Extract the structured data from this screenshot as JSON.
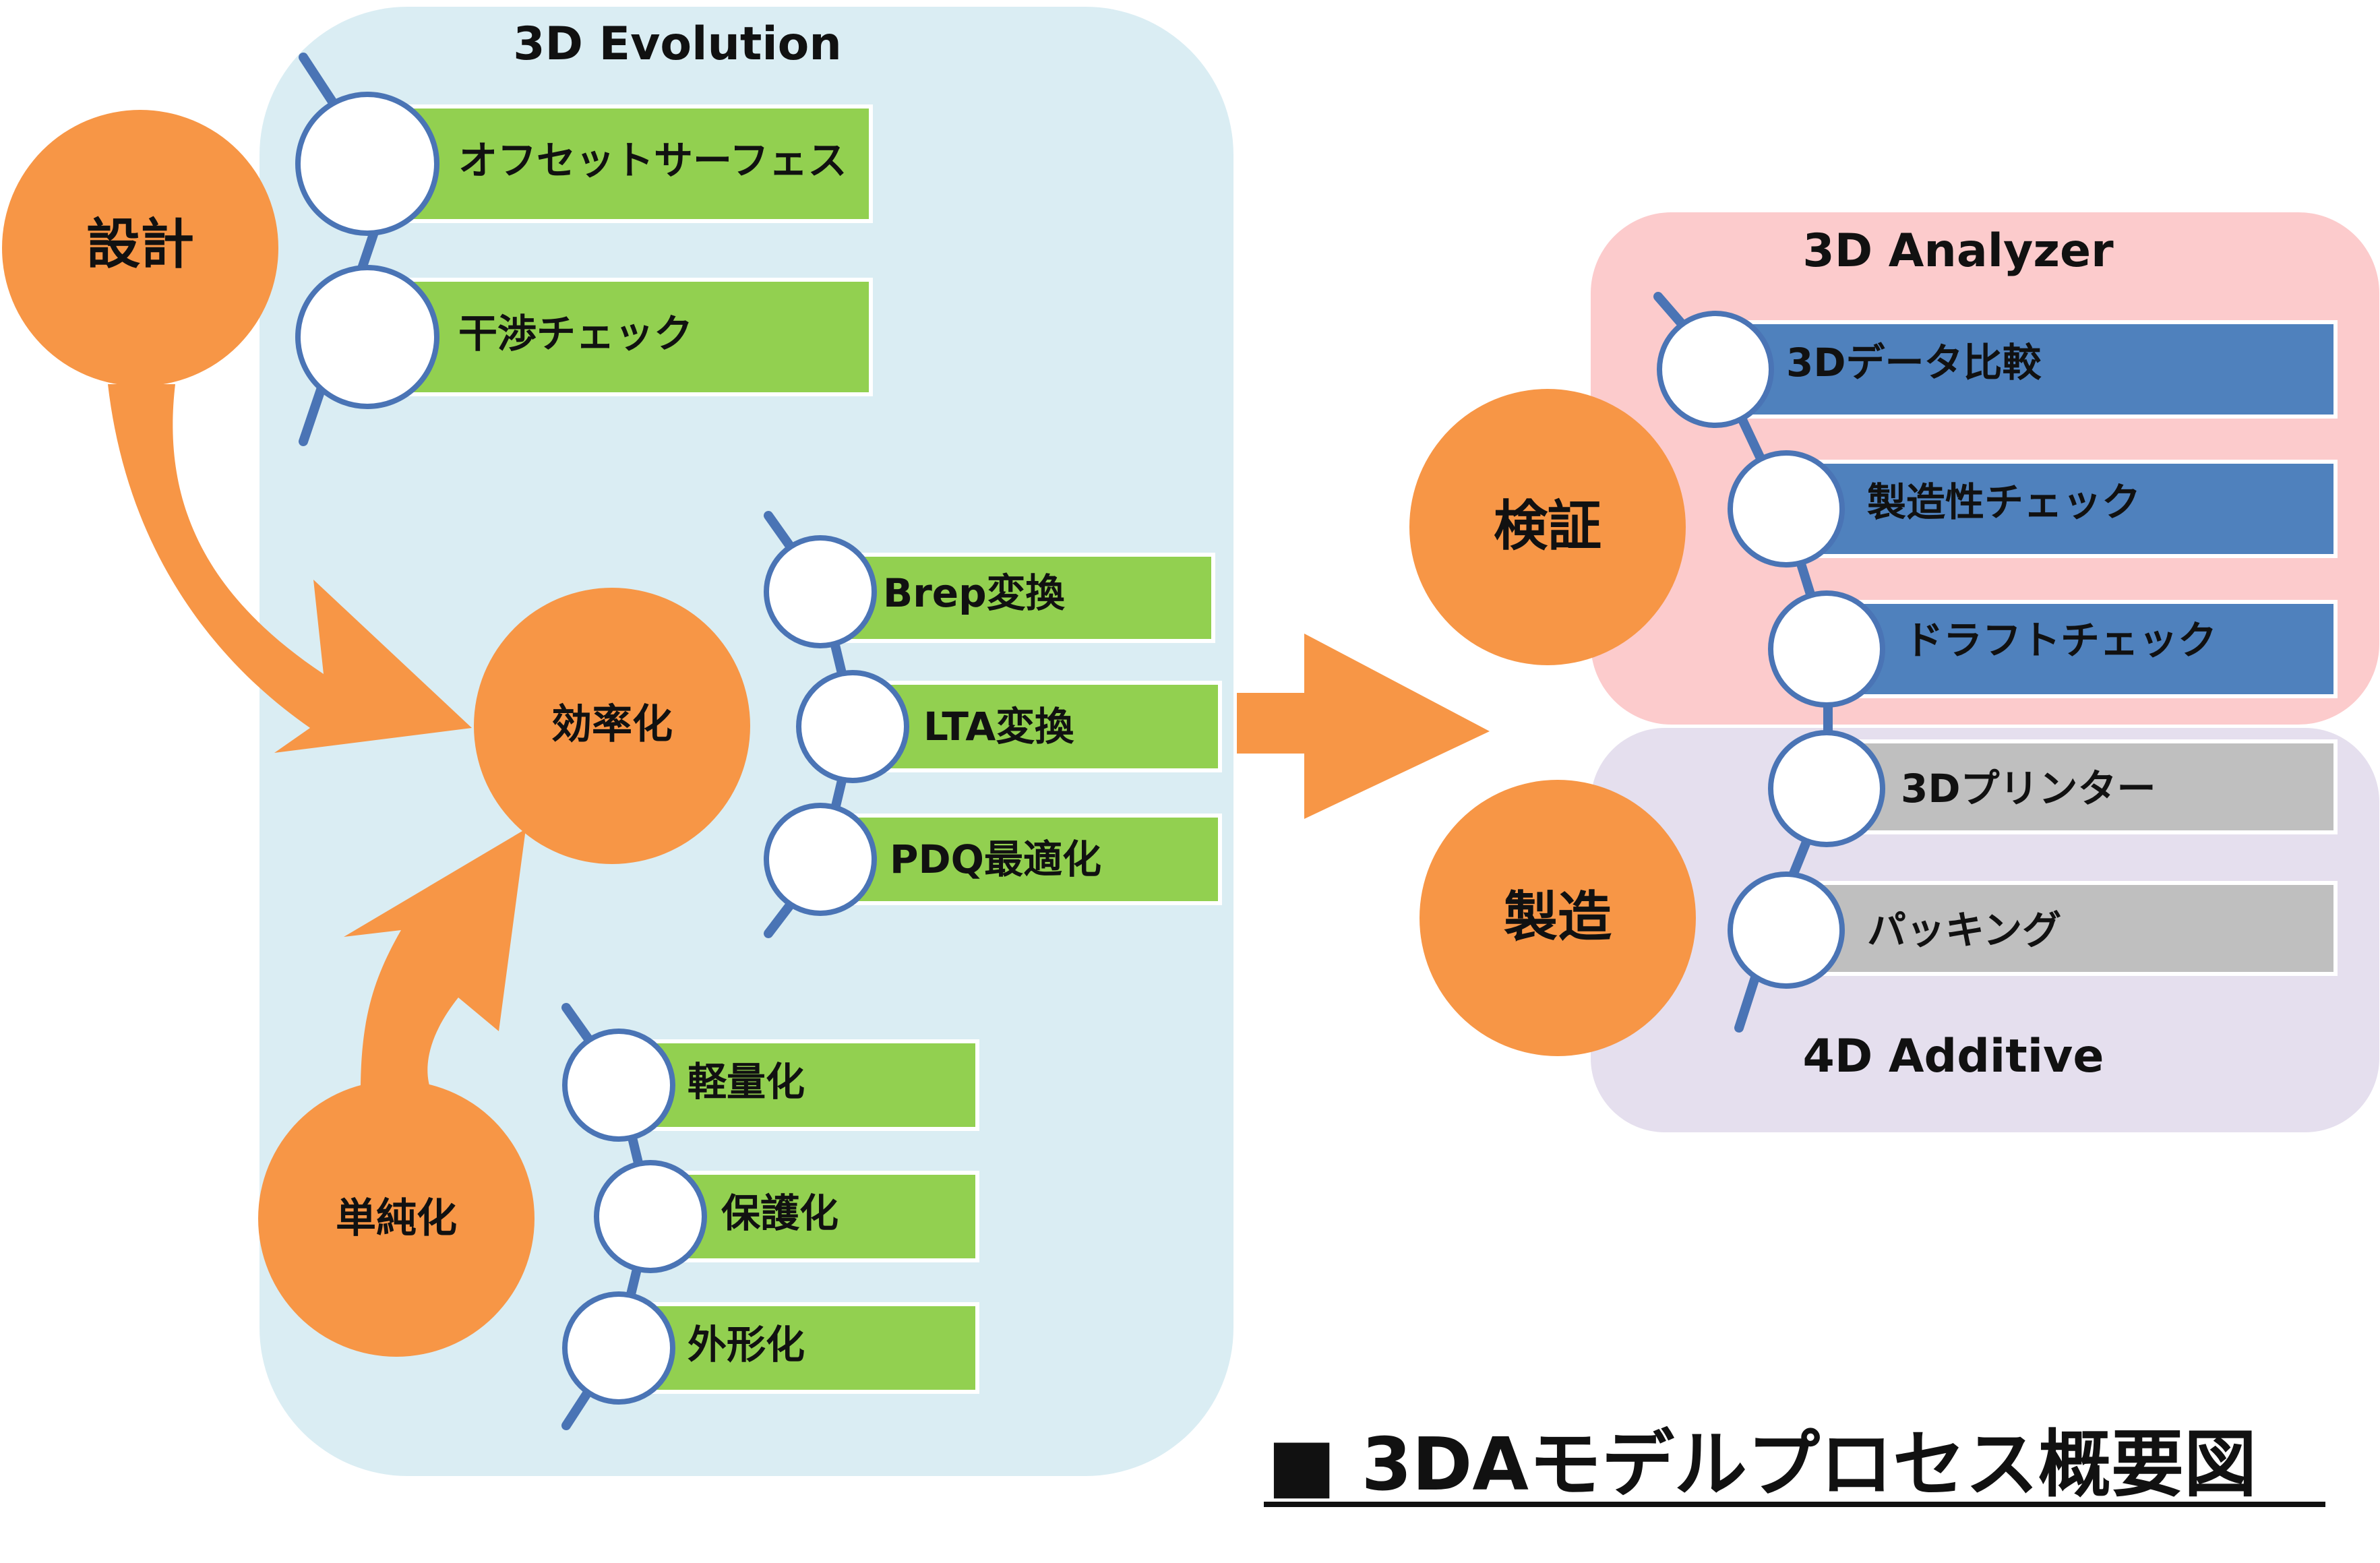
{
  "colors": {
    "panel_blue": "#daedf3",
    "panel_pink": "#fccbcc",
    "panel_lavender": "#e5dfee",
    "orange": "#f79646",
    "green": "#92d050",
    "blue_bar": "#4f81bd",
    "gray_bar": "#bfbfbf",
    "ring_stroke": "#4a74b5",
    "text": "#111111"
  },
  "evolution": {
    "title": "3D Evolution",
    "design": "設計",
    "efficiency": "効率化",
    "simplify": "単純化",
    "design_items": [
      "オフセットサーフェス",
      "干渉チェック"
    ],
    "efficiency_items": [
      "Brep変換",
      "LTA変換",
      "PDQ最適化"
    ],
    "simplify_items": [
      "軽量化",
      "保護化",
      "外形化"
    ]
  },
  "analyzer": {
    "title": "3D Analyzer",
    "verify": "検証",
    "items": [
      "3Dデータ比較",
      "製造性チェック",
      "ドラフトチェック"
    ]
  },
  "additive": {
    "title": "4D Additive",
    "manufacture": "製造",
    "items": [
      "3Dプリンター",
      "パッキング"
    ]
  },
  "caption": "■ 3DAモデルプロセス概要図"
}
